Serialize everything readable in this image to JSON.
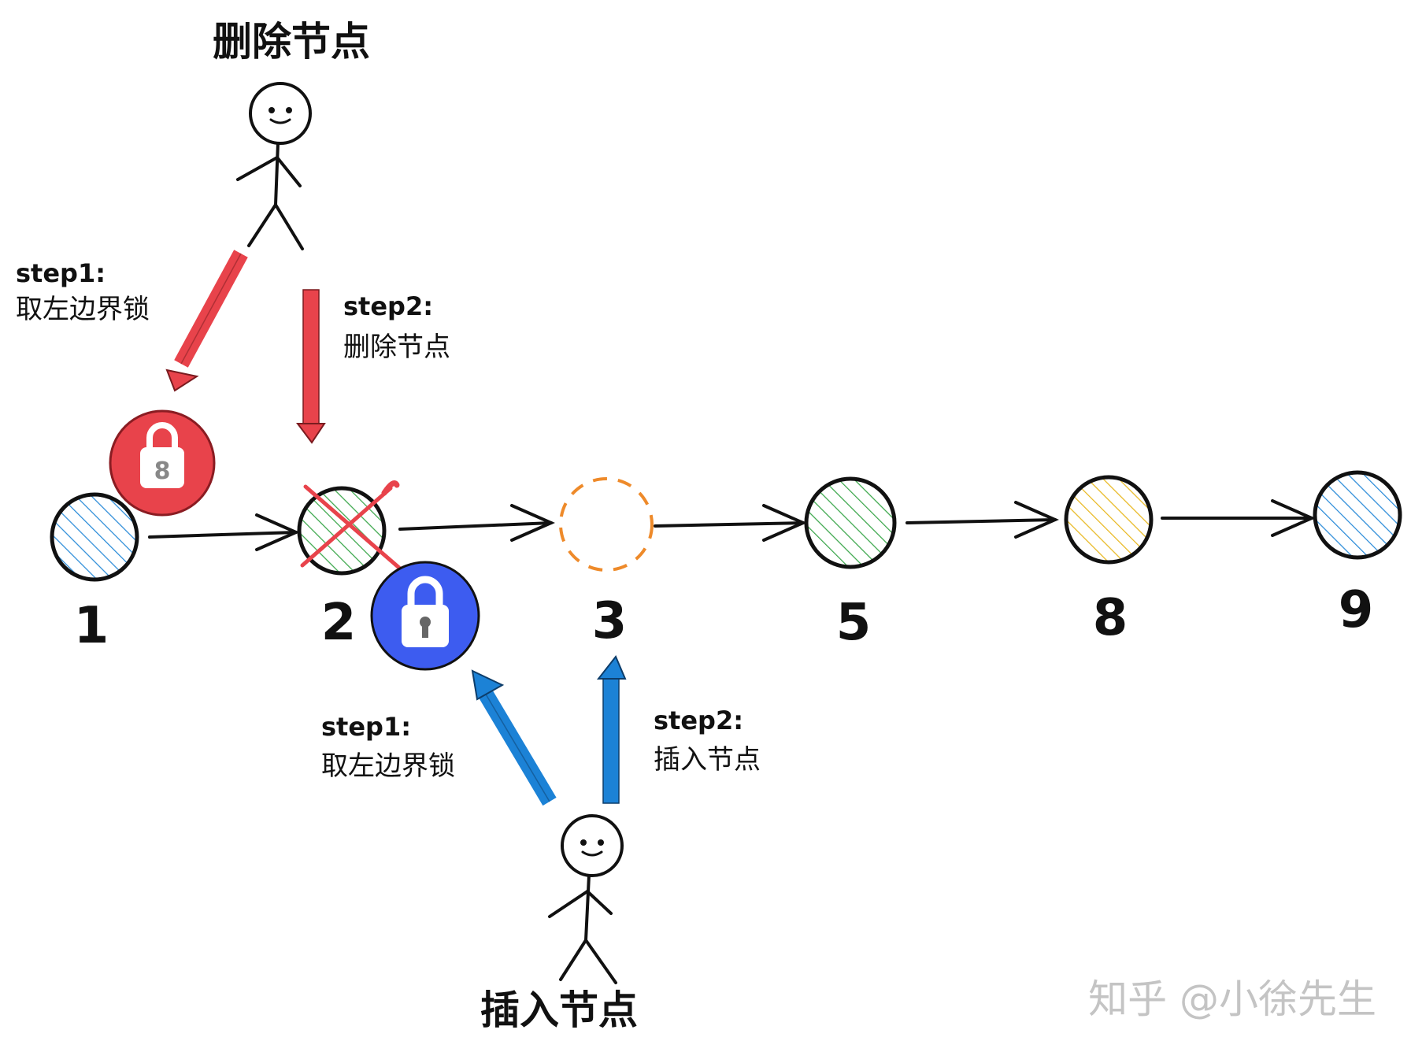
{
  "actors": {
    "delete": {
      "title": "删除节点",
      "step1": {
        "label": "step1:",
        "desc": "取左边界锁"
      },
      "step2": {
        "label": "step2:",
        "desc": "删除节点"
      },
      "color": "#e8434b"
    },
    "insert": {
      "title": "插入节点",
      "step1": {
        "label": "step1:",
        "desc": "取左边界锁"
      },
      "step2": {
        "label": "step2:",
        "desc": "插入节点"
      },
      "color": "#1c82d6"
    }
  },
  "nodes": [
    {
      "label": "1",
      "hatch": "#2a8bd8",
      "state": "normal"
    },
    {
      "label": "2",
      "hatch": "#3aa64a",
      "state": "deleted"
    },
    {
      "label": "3",
      "hatch": "#ee8a2a",
      "state": "inserting"
    },
    {
      "label": "5",
      "hatch": "#3aa64a",
      "state": "normal"
    },
    {
      "label": "8",
      "hatch": "#e8b820",
      "state": "normal"
    },
    {
      "label": "9",
      "hatch": "#2a8bd8",
      "state": "normal"
    }
  ],
  "locks": [
    {
      "owner": "delete",
      "icon": "lock-icon",
      "color": "#e8434b"
    },
    {
      "owner": "insert",
      "icon": "lock-icon",
      "color": "#3d5cf0"
    }
  ],
  "watermark": "知乎 @小徐先生"
}
